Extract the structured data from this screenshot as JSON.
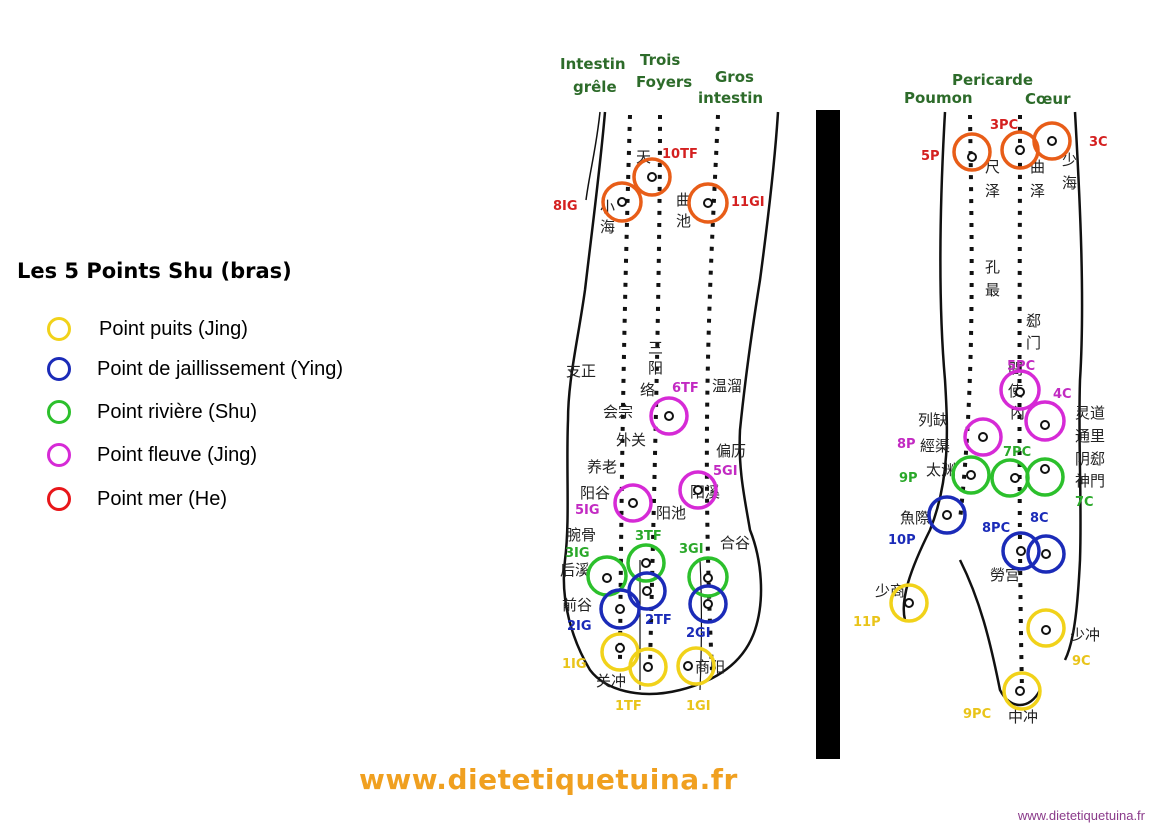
{
  "legend": {
    "title": "Les 5 Points Shu (bras)",
    "items": [
      {
        "label": "Point puits (Jing)",
        "color": "#f1d21a"
      },
      {
        "label": "Point de jaillissement (Ying)",
        "color": "#1b2bb8"
      },
      {
        "label": "Point rivière (Shu)",
        "color": "#2cc02c"
      },
      {
        "label": "Point fleuve (Jing)",
        "color": "#d62ad6"
      },
      {
        "label": "Point mer (He)",
        "color": "#e8161a"
      }
    ]
  },
  "meridians": {
    "intestin_grele": [
      "Intestin",
      "grêle"
    ],
    "trois_foyers": [
      "Trois",
      "Foyers"
    ],
    "gros_intestin": [
      "Gros",
      "intestin"
    ],
    "pericarde": "Pericarde",
    "poumon": "Poumon",
    "coeur": "Cœur"
  },
  "points": {
    "p8IG": "8IG",
    "p10TF": "10TF",
    "p11GI": "11GI",
    "p6TF": "6TF",
    "p5GI": "5GI",
    "p5IG": "5IG",
    "p3TF": "3TF",
    "p3IG": "3IG",
    "p3GI": "3GI",
    "p2IG": "2IG",
    "p2TF": "2TF",
    "p2GI": "2GI",
    "p1IG": "1IG",
    "p1TF": "1TF",
    "p1GI": "1GI",
    "p3PC": "3PC",
    "p5P": "5P",
    "p3C": "3C",
    "p5PC": "5PC",
    "p4C": "4C",
    "p8P": "8P",
    "p9P": "9P",
    "p7PC": "7PC",
    "p7C": "7C",
    "p10P": "10P",
    "p8PC": "8PC",
    "p8C": "8C",
    "p11P": "11P",
    "p9C": "9C",
    "p9PC": "9PC"
  },
  "chinese": {
    "c1": "天",
    "c2": "曲",
    "c3": "池",
    "c4": "小",
    "c5": "海",
    "c6": "三",
    "c7": "阳",
    "c8": "络",
    "c9": "支正",
    "c10": "温溜",
    "c11": "会宗",
    "c12": "外关",
    "c13": "偏历",
    "c14": "养老",
    "c15": "阳谷",
    "c16": "阳池",
    "c17": "阳溪",
    "c18": "腕骨",
    "c19": "合谷",
    "c20": "后溪",
    "c21": "前谷",
    "c22": "关冲",
    "c23": "商阳",
    "c24": "尺",
    "c25": "泽",
    "c26": "曲",
    "c27": "泽",
    "c28": "少",
    "c29": "海",
    "c30": "孔",
    "c31": "最",
    "c32": "郄",
    "c33": "门",
    "c34": "間",
    "c35": "使",
    "c36": "內",
    "c37": "列缺",
    "c38": "經渠",
    "c39": "太渊",
    "c40": "灵道",
    "c41": "通里",
    "c42": "阴郄",
    "c43": "神門",
    "c44": "魚際",
    "c45": "勞宫",
    "c46": "少商",
    "c47": "少冲",
    "c48": "中冲"
  },
  "site_banner": "www.dietetiquetuina.fr",
  "footer": "www.dietetiquetuina.fr"
}
